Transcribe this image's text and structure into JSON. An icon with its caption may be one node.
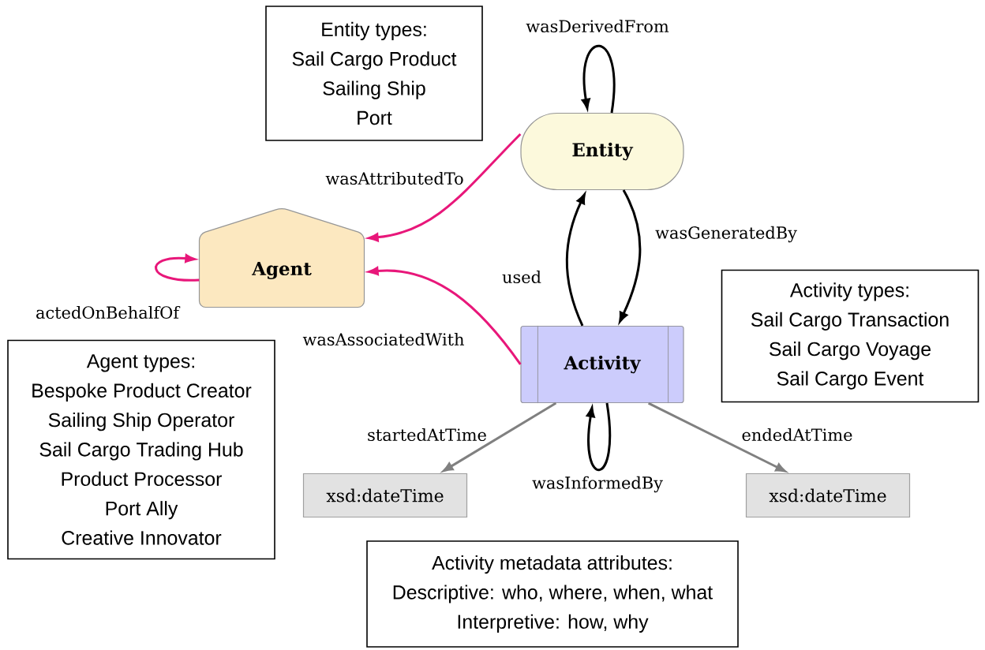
{
  "diagram": {
    "nodes": [
      {
        "text": [
          "Entity types:",
          "Sail Cargo Product",
          "Sailing Ship",
          "Port"
        ]
      },
      {
        "text": [
          "Entity"
        ]
      },
      {
        "text": [
          "Agent"
        ]
      },
      {
        "text": [
          "Activity"
        ]
      },
      {
        "text": [
          "Activity types:",
          "Sail Cargo Transaction",
          "Sail Cargo Voyage",
          "Sail Cargo Event"
        ]
      },
      {
        "text": [
          "Agent types:",
          "Bespoke Product Creator",
          "Sailing Ship Operator",
          "Sail Cargo Trading Hub",
          "Product Processor",
          "Port Ally",
          "Creative Innovator"
        ]
      },
      {
        "text": [
          "xsd:dateTime"
        ]
      },
      {
        "text": [
          "xsd:dateTime"
        ]
      },
      {
        "text": [
          "Activity metadata attributes:",
          "Descriptive: who, where, when, what",
          "Interpretive: how, why"
        ]
      }
    ],
    "edges": [
      {
        "from": 1,
        "to": 1,
        "arrow": "to",
        "label": "wasDerivedFrom"
      },
      {
        "from": 1,
        "to": 2,
        "arrow": "to",
        "label": "wasAttributedTo",
        "color": "#e8177a"
      },
      {
        "from": 2,
        "to": 2,
        "arrow": "to",
        "label": "actedOnBehalfOf",
        "color": "#e8177a"
      },
      {
        "from": 3,
        "to": 1,
        "arrow": "to",
        "label": "used"
      },
      {
        "from": 1,
        "to": 3,
        "arrow": "to",
        "label": "wasGeneratedBy"
      },
      {
        "from": 3,
        "to": 2,
        "arrow": "to",
        "label": "wasAssociatedWith",
        "color": "#e8177a"
      },
      {
        "from": 3,
        "to": 3,
        "arrow": "to",
        "label": "wasInformedBy"
      },
      {
        "from": 3,
        "to": 6,
        "arrow": "to",
        "label": "startedAtTime",
        "color": "#808080"
      },
      {
        "from": 3,
        "to": 7,
        "arrow": "to",
        "label": "endedAtTime",
        "color": "#808080"
      }
    ]
  }
}
